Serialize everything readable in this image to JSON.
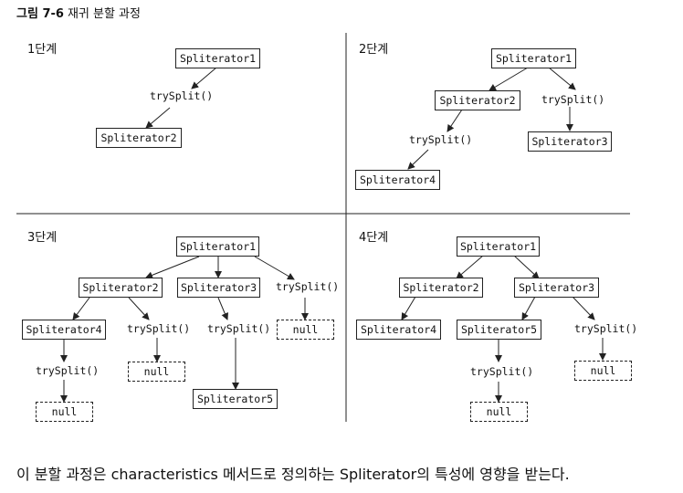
{
  "figure": {
    "number": "그림 7-6",
    "title": "재귀 분할 과정"
  },
  "stages": {
    "s1": "1단계",
    "s2": "2단계",
    "s3": "3단계",
    "s4": "4단계"
  },
  "nodes": {
    "sp1": "Spliterator1",
    "sp2": "Spliterator2",
    "sp3": "Spliterator3",
    "sp4": "Spliterator4",
    "sp5": "Spliterator5",
    "null": "null"
  },
  "trysplit": "trySplit()",
  "footer": "이 분할 과정은 characteristics 메서드로 정의하는 Spliterator의 특성에 영향을 받는다."
}
